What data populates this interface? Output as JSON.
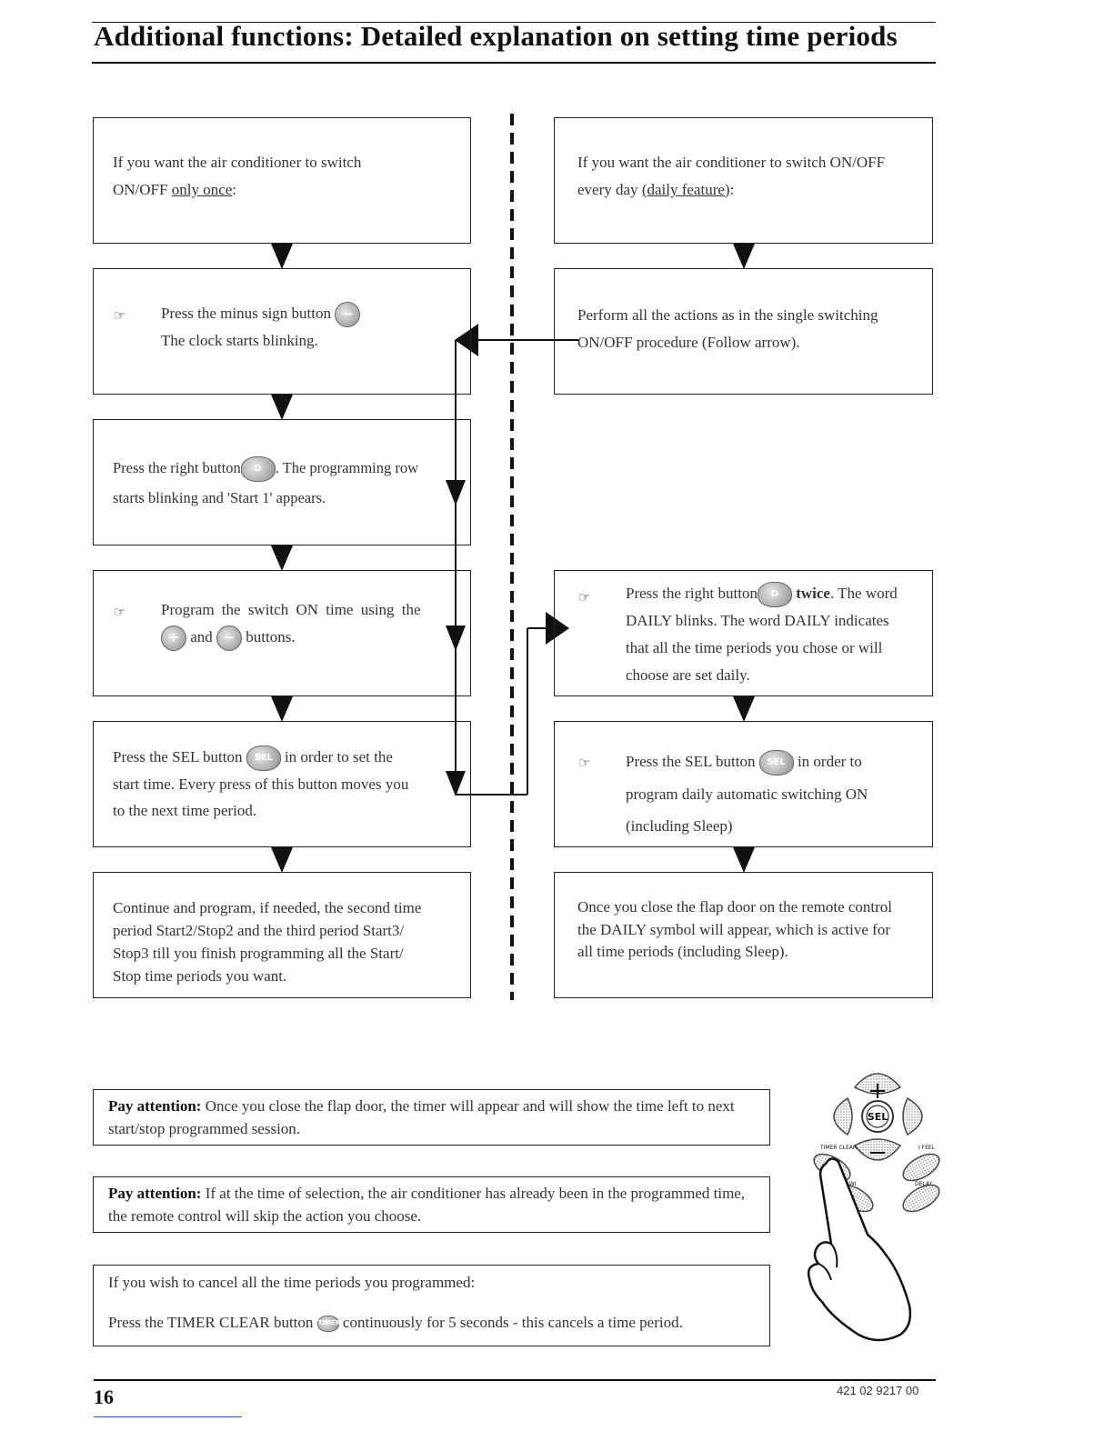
{
  "title": "Additional functions: Detailed explanation on setting time periods",
  "left_column": {
    "box1": {
      "line1": "If you want the air conditioner to switch",
      "line2_prefix": "ON/OFF ",
      "line2_underlined": "only once",
      "line2_suffix": ":"
    },
    "box2": {
      "line1": "Press the minus sign button",
      "line2": "The clock starts blinking."
    },
    "box3": {
      "line1_a": "Press the right button",
      "line1_b": ". The programming row",
      "line2": "starts blinking and 'Start 1' appears."
    },
    "box4": {
      "line1": "Program the switch ON time using the",
      "line2_mid": "and",
      "line2_end": "buttons."
    },
    "box5": {
      "line1_a": "Press the SEL button",
      "line1_b": "in order to set the",
      "line2": "start time. Every press of this button moves you",
      "line3": "to the next time period."
    },
    "box6": {
      "line1": "Continue and program, if needed, the second time",
      "line2": "period Start2/Stop2 and the third period Start3/",
      "line3": "Stop3 till you finish programming all the Start/",
      "line4": "Stop time periods you want."
    }
  },
  "right_column": {
    "box1": {
      "line1": "If you want the air conditioner to switch ON/OFF",
      "line2_prefix": "every day ",
      "line2_underlined": "(daily feature)",
      "line2_suffix": ":"
    },
    "box2": {
      "line1": "Perform all the actions as in the single switching",
      "line2": "ON/OFF procedure (Follow arrow)."
    },
    "box3": {
      "line1_a": "Press the right button",
      "line1_bold": "twice",
      "line1_b": ". The word",
      "line2": "DAILY blinks. The word DAILY indicates",
      "line3": "that all the time periods you chose or will",
      "line4": "choose are set daily."
    },
    "box4": {
      "line1_a": "Press the SEL button",
      "line1_b": "in order to",
      "line2": "program daily automatic switching ON",
      "line3": "(including Sleep)"
    },
    "box5": {
      "line1": "Once you close the flap door on the remote control",
      "line2": "the DAILY symbol will appear, which is active for",
      "line3": "all time periods (including Sleep)."
    }
  },
  "notices": {
    "n1_label": "Pay attention:",
    "n1_text": " Once you close the flap door, the timer will appear and will show the time left to next start/stop programmed session.",
    "n2_label": "Pay attention:",
    "n2_text": " If at the time of selection, the air conditioner has already been in the programmed time, the remote control will skip the action you choose.",
    "n3_line1": "If you wish to cancel all the time periods you programmed:",
    "n3_line2_a": "Press the TIMER CLEAR button",
    "n3_line2_b": "continuously for 5 seconds - this cancels a time period."
  },
  "remote": {
    "plus": "+",
    "minus": "−",
    "sel": "SEL",
    "timer_clear": "TIMER CLEAR",
    "ifeel": "I FEEL",
    "swing": "SWI",
    "delay": "DELAY"
  },
  "buttons": {
    "minus": "−",
    "right": "D",
    "plus": "+",
    "sel": "SEL",
    "timer": "TIMER"
  },
  "footer": {
    "page_number": "16",
    "doc_number": "421 02 9217 00"
  },
  "colors": {
    "text": "#333333",
    "border": "#222222",
    "arrow": "#111111"
  }
}
